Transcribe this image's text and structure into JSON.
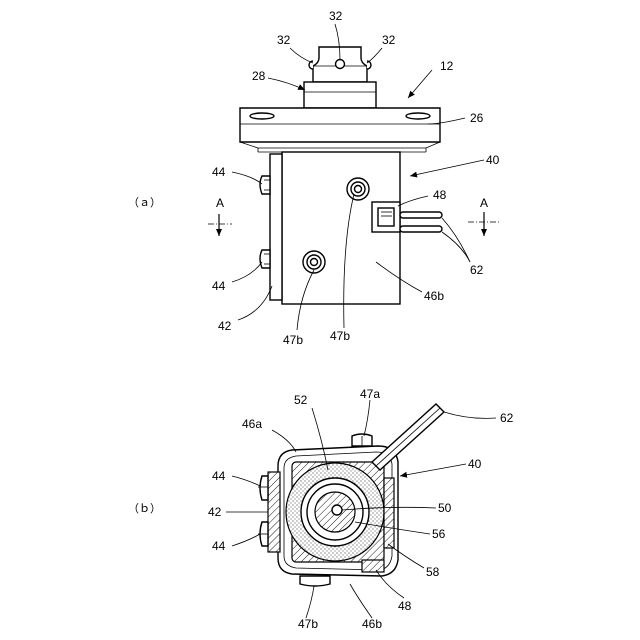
{
  "figures": {
    "a": {
      "label": "（ａ）"
    },
    "b": {
      "label": "（ｂ）"
    }
  },
  "section": {
    "left": "A",
    "right": "A"
  },
  "refs_a": {
    "r12": "12",
    "r26": "26",
    "r28": "28",
    "r32_left": "32",
    "r32_top": "32",
    "r32_right": "32",
    "r40": "40",
    "r42": "42",
    "r44_upper": "44",
    "r44_lower": "44",
    "r46b": "46b",
    "r47b_left": "47b",
    "r47b_right": "47b",
    "r48": "48",
    "r62": "62"
  },
  "refs_b": {
    "r40": "40",
    "r42": "42",
    "r44_upper": "44",
    "r44_lower": "44",
    "r46a": "46a",
    "r46b": "46b",
    "r47a": "47a",
    "r47b": "47b",
    "r48": "48",
    "r50": "50",
    "r52": "52",
    "r56": "56",
    "r58": "58",
    "r62": "62"
  }
}
